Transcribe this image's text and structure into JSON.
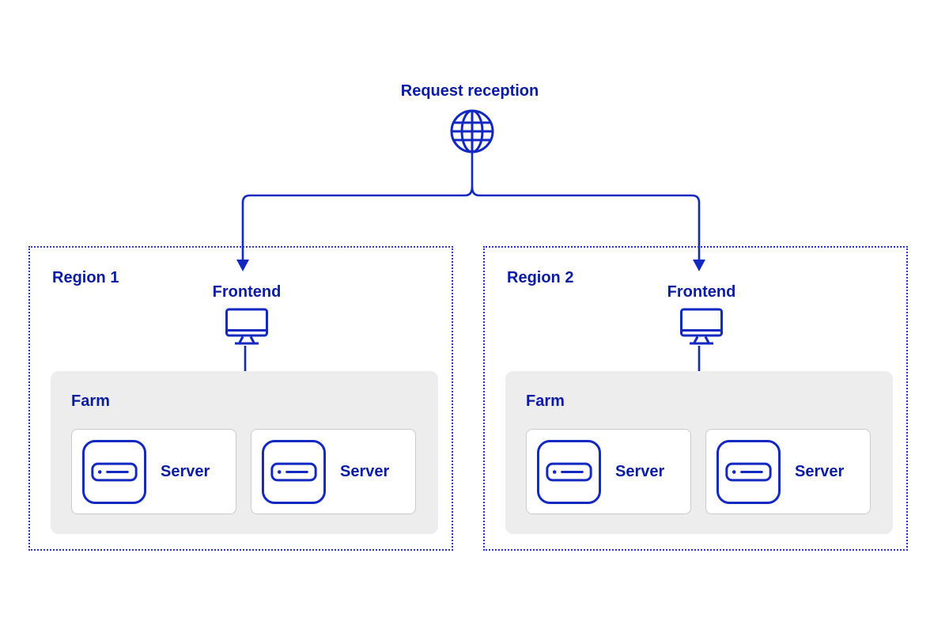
{
  "diagram": {
    "title": "Request reception",
    "reception_icon": "globe-icon",
    "colors": {
      "primary_navy": "#0a1ba4",
      "connector_blue": "#1228c0",
      "region_border_blue": "#2b36d8",
      "farm_background": "#ededee",
      "card_border": "#cbcbcb",
      "card_background": "#ffffff",
      "page_background": "#ffffff"
    },
    "regions": [
      {
        "label": "Region 1",
        "frontend": {
          "label": "Frontend",
          "icon": "monitor-icon"
        },
        "farm": {
          "label": "Farm",
          "servers": [
            {
              "label": "Server",
              "icon": "server-icon"
            },
            {
              "label": "Server",
              "icon": "server-icon"
            }
          ]
        }
      },
      {
        "label": "Region 2",
        "frontend": {
          "label": "Frontend",
          "icon": "monitor-icon"
        },
        "farm": {
          "label": "Farm",
          "servers": [
            {
              "label": "Server",
              "icon": "server-icon"
            },
            {
              "label": "Server",
              "icon": "server-icon"
            }
          ]
        }
      }
    ]
  }
}
